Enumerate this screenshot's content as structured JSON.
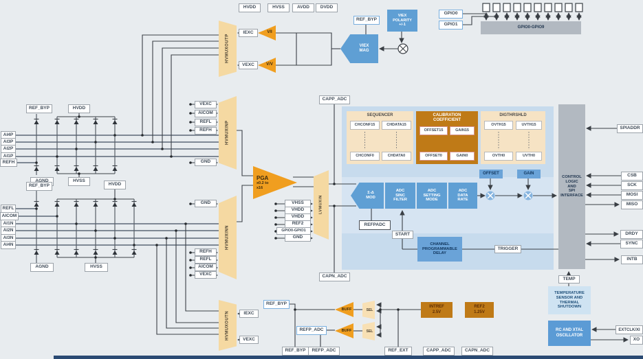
{
  "colors": {
    "accent_blue": "#5f9fd4",
    "panel_blue": "#c7dbed",
    "orange": "#f09e1f",
    "dark_orange": "#bf7a17",
    "tan": "#f5d9a2",
    "block_gray": "#b2b9c1",
    "background": "#e8ecef",
    "wire": "#3a3f45"
  },
  "supplies": [
    "HVDD",
    "HVSS",
    "AVDD",
    "DVDD"
  ],
  "excitation": {
    "mux_outp": "HVMUXOUTP",
    "mux_outn": "HVMUXOUTN",
    "iexc": "IEXC",
    "vexc": "VEXC",
    "vi_amp": "V/I",
    "vv_amp": "V/V",
    "ref_byp": "REF_BYP",
    "polarity": "VIEX\nPOLARITY\n+/-1",
    "mag": "VIEX\nMAG"
  },
  "gpio": {
    "gpio0": "GPIO0",
    "gpio1": "GPIO1",
    "bus": "GPIO0-GPIO9"
  },
  "clamps_top": {
    "ref_byp": "REF_BYP",
    "hvdd": "HVDD",
    "hvss": "HVSS",
    "agnd": "AGND",
    "pins": [
      "AI4P",
      "AI3P",
      "AI2P",
      "AI1P",
      "REFH"
    ]
  },
  "clamps_bottom": {
    "ref_byp": "REF_BYP",
    "hvdd": "HVDD",
    "hvss": "HVSS",
    "agnd": "AGND",
    "pins": [
      "REFL",
      "AICOM",
      "AI1N",
      "AI2N",
      "AI3N",
      "AI4N"
    ]
  },
  "hvmuxinp": {
    "name": "HVMUXINP",
    "stubs": [
      "VEXC",
      "AICOM",
      "REFL",
      "REFH"
    ],
    "gnd": "GND"
  },
  "hvmuxinn": {
    "name": "HVMUXINN",
    "gnd": "GND",
    "stubs": [
      "REFH",
      "REFL",
      "AICOM",
      "VEXC"
    ]
  },
  "pga": {
    "title": "PGA",
    "range": "x0.2 to\nx16"
  },
  "lvmuxin": {
    "name": "LVMUXIN",
    "stubs": [
      "VHSS",
      "VHDD",
      "VHDD",
      "REF2",
      "GPIO0-GPIO1",
      "GND"
    ]
  },
  "caps": {
    "capp": "CAPP_ADC",
    "capn": "CAPN_ADC"
  },
  "registers": {
    "sequencer": {
      "title": "SEQUENCER",
      "cells": [
        "CHCONF15",
        "CHDATA15",
        "CHCONF0",
        "CHDATA0"
      ]
    },
    "calibration": {
      "title": "CALIBRATION\nCOEFFICIENT",
      "cells": [
        "OFFSET15",
        "GAIN15",
        "OFFSET0",
        "GAIN0"
      ]
    },
    "digthrshld": {
      "title": "DIGTHRSHLD",
      "cells": [
        "OVTH15",
        "UVTH15",
        "OVTH0",
        "UVTH0"
      ]
    }
  },
  "adc": {
    "mod": "Σ-Δ\nMOD",
    "sinc": "ADC\nSINC\nFILTER",
    "setting": "ADC\nSETTING\nMODE",
    "rate": "ADC\nDATA\nRATE",
    "offset": "OFFSET",
    "gain": "GAIN",
    "refpadc": "REFPADC",
    "start": "START",
    "delay": "CHANNEL\nPROGRAMMABLE\nDELAY",
    "trigger": "TRIGGER"
  },
  "control": {
    "title": "CONTROL\nLOGIC\nAND\nSPI\nINTERFACE",
    "spiaddr": "SPIADDR",
    "csb": "CSB",
    "sck": "SCK",
    "mosi": "MOSI",
    "miso": "MISO",
    "drdy": "DRDY",
    "sync": "SYNC",
    "intb": "INTB"
  },
  "temp": {
    "pin": "TEMP",
    "block": "TEMPERATURE\nSENSOR AND\nTHERMAL\nSHUTDOWN"
  },
  "osc": {
    "block": "RC AND XTAL\nOSCILLATOR",
    "extclk": "EXTCLK/XI",
    "xo": "XO"
  },
  "reference": {
    "ref_byp_box": "REF_BYP",
    "refp_adc_box": "REFP_ADC",
    "buff": "BUFF",
    "sel": "SEL",
    "intref": "INTREF\n2.5V",
    "ref2": "REF2\n1.25V",
    "pin_ref_byp": "REF_BYP",
    "pin_refp_adc": "REFP_ADC",
    "pin_ref_ext": "REF_EXT",
    "pin_capp": "CAPP_ADC",
    "pin_capn": "CAPN_ADC"
  }
}
